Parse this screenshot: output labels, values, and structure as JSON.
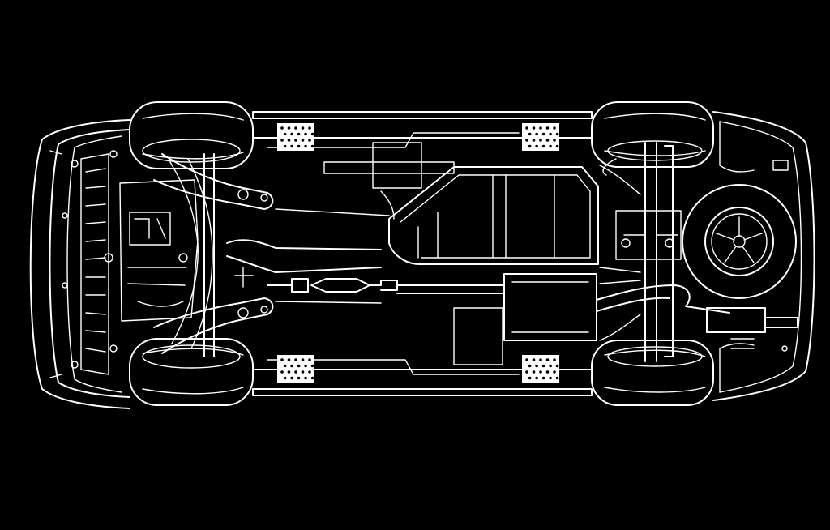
{
  "diagram": {
    "subject": "vehicle-underbody",
    "view": "bottom",
    "background_color": "#000000",
    "line_color": "#ffffff",
    "labels": [],
    "lift_points": {
      "count": 4,
      "locations": [
        "front-left",
        "front-right",
        "rear-left",
        "rear-right"
      ]
    }
  }
}
